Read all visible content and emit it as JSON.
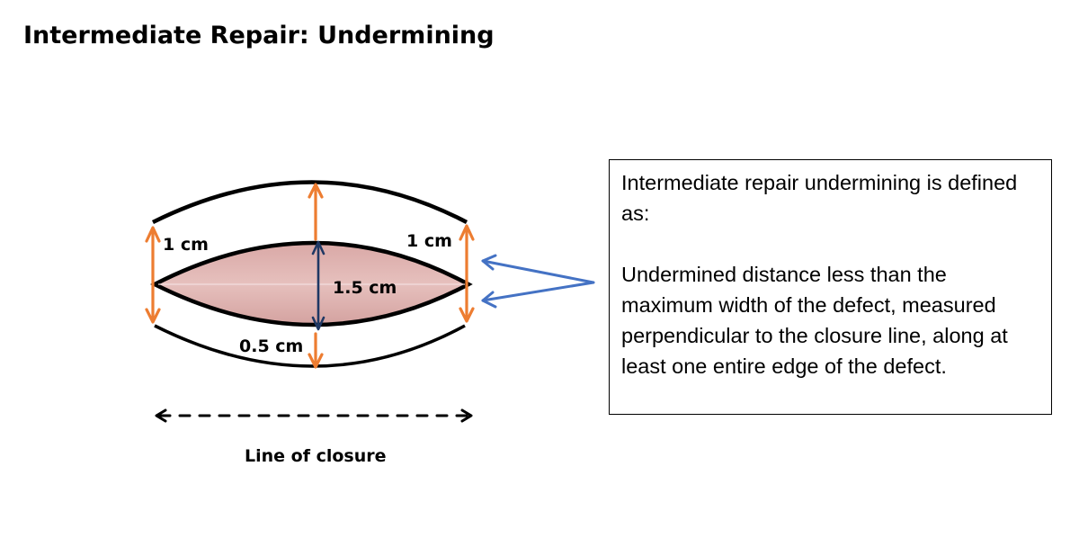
{
  "title": "Intermediate Repair: Undermining",
  "diagram": {
    "labels": {
      "left_undermining": "1 cm",
      "right_undermining": "1 cm",
      "defect_width": "1.5 cm",
      "bottom_undermining": "0.5 cm",
      "closure_line": "Line of closure"
    },
    "colors": {
      "undermining_arrow": "#ed7d31",
      "width_arrow": "#1f3864",
      "pointer_arrow": "#4472c4",
      "wound_fill": "#dcaeac",
      "outline": "#000000"
    }
  },
  "info_box": {
    "heading": "Intermediate repair undermining is defined as:",
    "definition": "Undermined distance less than the maximum width of the defect, measured perpendicular to the closure line, along at least one entire edge of the defect."
  }
}
